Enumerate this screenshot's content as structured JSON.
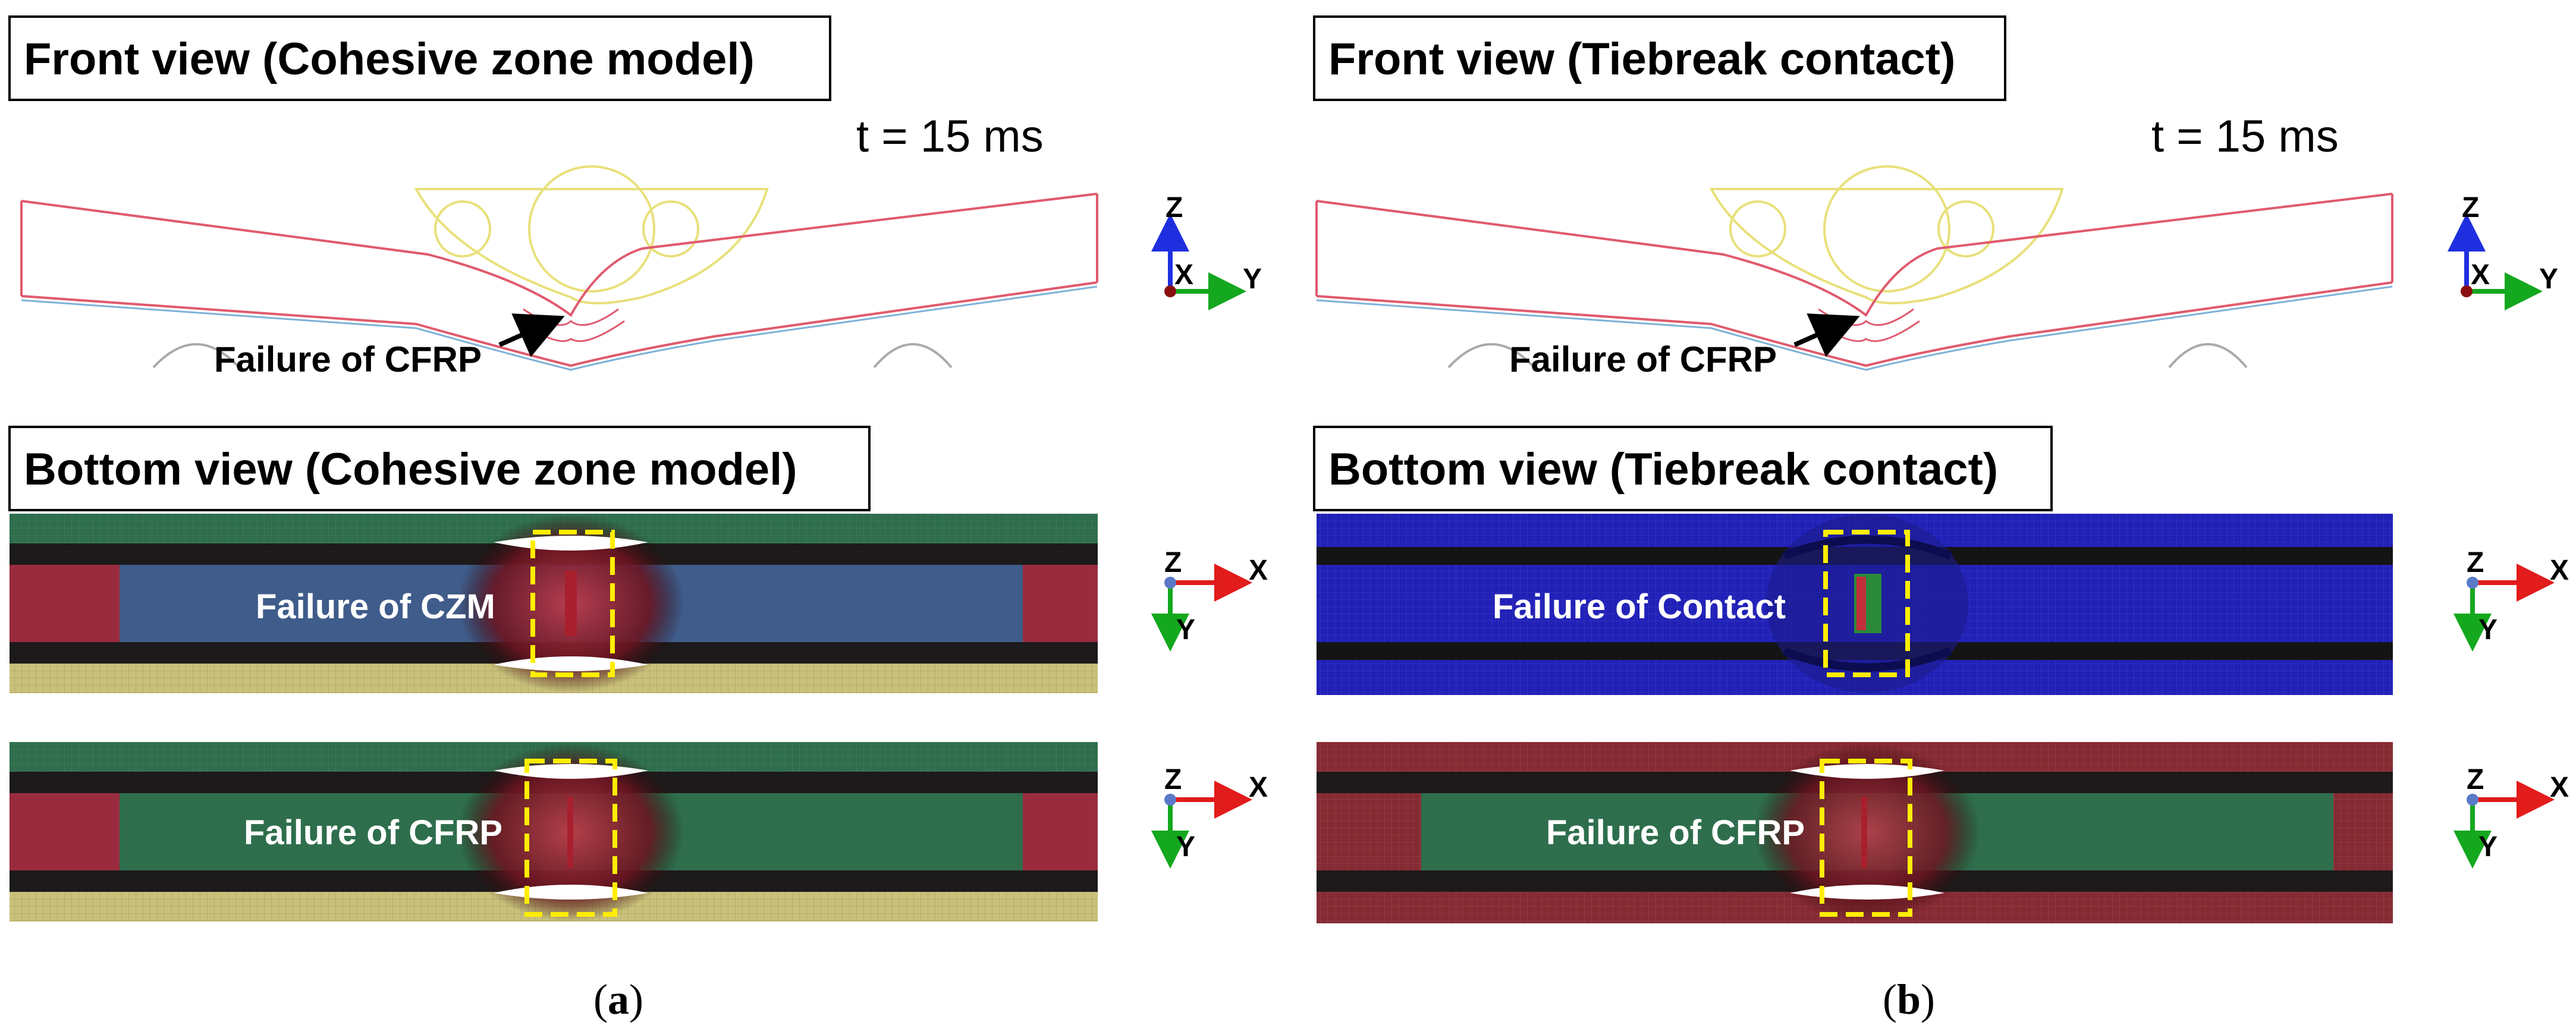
{
  "panels": [
    {
      "id": "a",
      "front_title": "Front view (Cohesive zone model)",
      "time_label": "t = 15 ms",
      "front_annotation": "Failure of CFRP",
      "bottom_title": "Bottom view (Cohesive zone model)",
      "bottom1_annotation": "Failure of CZM",
      "bottom2_annotation": "Failure of CFRP",
      "caption_open": "(",
      "caption_letter": "a",
      "caption_close": ")"
    },
    {
      "id": "b",
      "front_title": "Front view (Tiebreak contact)",
      "time_label": "t = 15 ms",
      "front_annotation": "Failure of CFRP",
      "bottom_title": "Bottom view (Tiebreak contact)",
      "bottom1_annotation": "Failure of Contact",
      "bottom2_annotation": "Failure of CFRP",
      "caption_open": "(",
      "caption_letter": "b",
      "caption_close": ")"
    }
  ],
  "axes": {
    "front": {
      "up": "Z",
      "out": "X",
      "right": "Y"
    },
    "bottom": {
      "out": "Z",
      "right": "X",
      "down": "Y"
    }
  },
  "colors": {
    "laminate_pink": "#e05a6e",
    "laminate_blue": "#7db2d8",
    "impactor_outline": "#e8e07a",
    "steel_green": "#2e6e4c",
    "steel_dark": "#1c1a1a",
    "end_red": "#9a2b3e",
    "cohesive_blue": "#3f5c8a",
    "yellow_mesh": "#c9c07a",
    "contact_blue": "#2121b8",
    "red_plate": "#862a33",
    "dashed_box": "#ffee00",
    "axis_blue": "#1f2fe0",
    "axis_green": "#14a81e",
    "axis_red": "#e21b1b"
  }
}
